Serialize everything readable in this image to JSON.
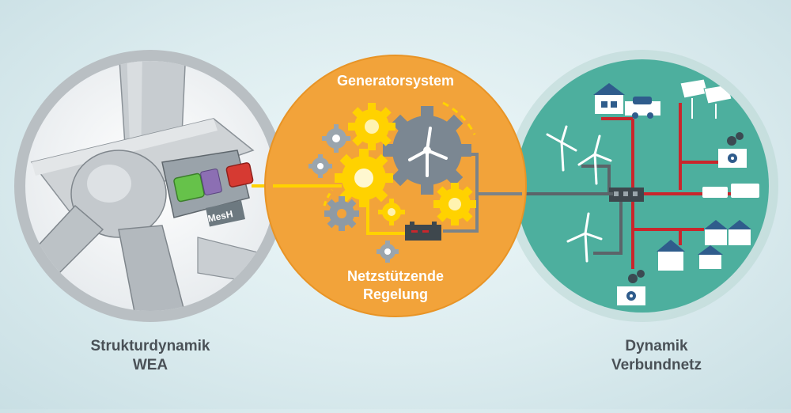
{
  "center": {
    "title": "Generatorsystem",
    "subtitle_line1": "Netzstützende",
    "subtitle_line2": "Regelung"
  },
  "left": {
    "caption_line1": "Strukturdynamik",
    "caption_line2": "WEA",
    "nacelle_logo": "MesH"
  },
  "right": {
    "caption_line1": "Dynamik",
    "caption_line2": "Verbundnetz"
  },
  "colors": {
    "left_ring": "#b9bfc3",
    "center_circle": "#f2a33a",
    "right_circle": "#4daf9e",
    "gear_yellow": "#ffd200",
    "gear_gray": "#8e9aa4",
    "grid_red": "#c9262c",
    "connector_gray": "#7b8389"
  }
}
